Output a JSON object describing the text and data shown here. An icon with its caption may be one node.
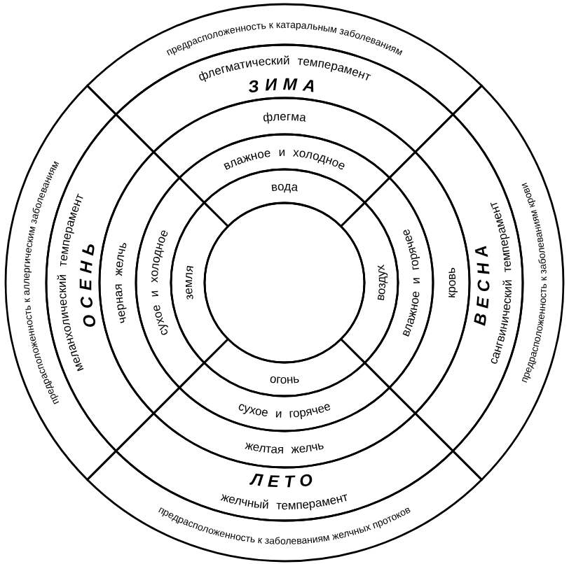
{
  "diagram": {
    "nodes": [
      {
        "text": [
          "предрасположенность к катаральным заболеваниям"
        ]
      },
      {
        "text": [
          "флегматический темперамент",
          "ЗИМА"
        ]
      },
      {
        "text": [
          "флегма"
        ]
      },
      {
        "text": [
          "влажное и холодное"
        ]
      },
      {
        "text": [
          "вода"
        ]
      },
      {
        "text": [
          "предрасположенность к аллергическим заболеваниям"
        ]
      },
      {
        "text": [
          "меланхолический темперамент",
          "ОСЕНЬ"
        ]
      },
      {
        "text": [
          "черная желчь"
        ]
      },
      {
        "text": [
          "сухое и холодное"
        ]
      },
      {
        "text": [
          "земля"
        ]
      },
      {
        "text": [
          "предрасположенность к заболеваниям крови"
        ]
      },
      {
        "text": [
          "ВЕСНА",
          "сангвинический темперамент"
        ]
      },
      {
        "text": [
          "кровь"
        ]
      },
      {
        "text": [
          "влажное и горячее"
        ]
      },
      {
        "text": [
          "воздух"
        ]
      },
      {
        "text": [
          "предрасположенность к заболеваниям желчных протоков"
        ]
      },
      {
        "text": [
          "ЛЕТО",
          "желчный темперамент"
        ]
      },
      {
        "text": [
          "желтая желчь"
        ]
      },
      {
        "text": [
          "сухое и горячее"
        ]
      },
      {
        "text": [
          "огонь"
        ]
      },
      {
        "text": [],
        "shape": "circle"
      }
    ]
  }
}
